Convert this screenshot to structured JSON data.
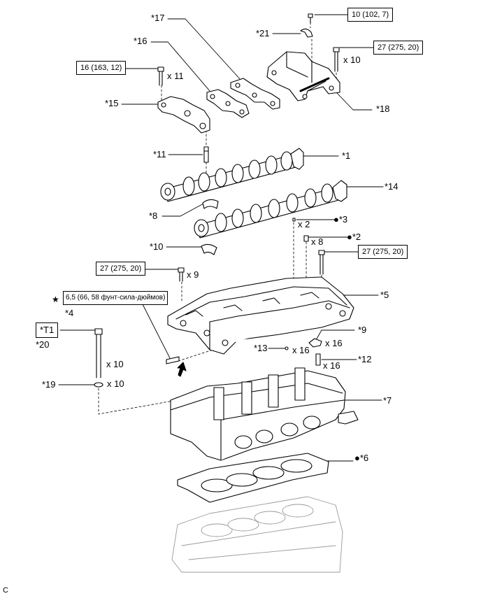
{
  "torque": {
    "t21": "10 (102, 7)",
    "t18": "27 (275, 20)",
    "t15": "16 (163, 12)",
    "t5_right": "27 (275, 20)",
    "t5_left": "27 (275, 20)",
    "t4": "6,5 (66, 58 фунт-сила-дюймов)"
  },
  "parts": {
    "p17": "*17",
    "p16": "*16",
    "p21": "*21",
    "p18": "*18",
    "p15": "*15",
    "p11": "*11",
    "p1": "*1",
    "p14": "*14",
    "p8": "*8",
    "p3": "●*3",
    "p2": "●*2",
    "p10": "*10",
    "p5": "*5",
    "p4": "*4",
    "pT1": "*T1",
    "p20": "*20",
    "p9": "*9",
    "p13": "*13",
    "p12": "*12",
    "p19": "*19",
    "p7": "*7",
    "p6": "●*6"
  },
  "qty": {
    "q18": "x 10",
    "q15": "x 11",
    "q3": "x 2",
    "q2": "x 8",
    "q5": "x 9",
    "q9": "x 16",
    "q13": "x 16",
    "q12": "x 16",
    "q20": "x 10",
    "q19": "x 10"
  },
  "marks": {
    "star": "★"
  },
  "figure_code": "C"
}
